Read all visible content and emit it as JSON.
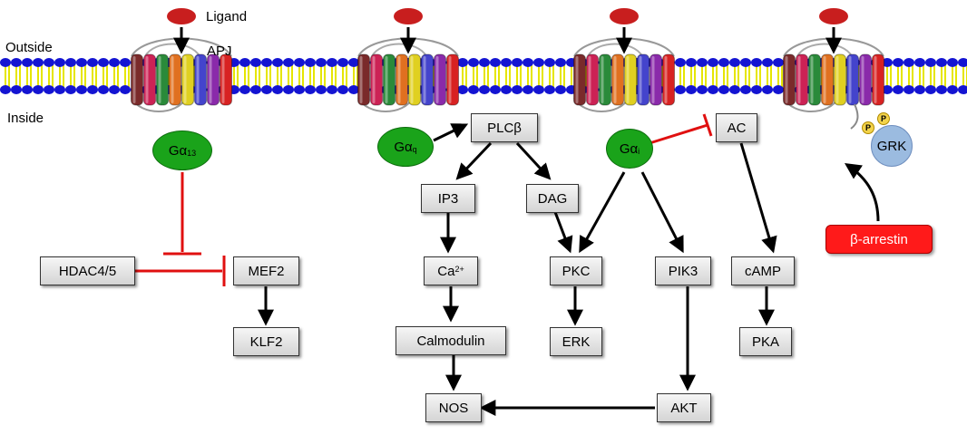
{
  "labels": {
    "ligand": "Ligand",
    "receptor": "APJ",
    "outside": "Outside",
    "inside": "Inside"
  },
  "gproteins": {
    "g13": {
      "base": "Gα",
      "sub": "13"
    },
    "gq": {
      "base": "Gα",
      "sub": "q"
    },
    "gi": {
      "base": "Gα",
      "sub": "i"
    }
  },
  "nodes": {
    "hdac": "HDAC4/5",
    "mef2": "MEF2",
    "klf2": "KLF2",
    "plcb": "PLCβ",
    "ip3": "IP3",
    "dag": "DAG",
    "ca": {
      "base": "Ca",
      "sup": "2+"
    },
    "calmodulin": "Calmodulin",
    "nos": "NOS",
    "pkc": "PKC",
    "erk": "ERK",
    "pik3": "PIK3",
    "akt": "AKT",
    "ac": "AC",
    "camp": "cAMP",
    "pka": "PKA",
    "grk": "GRK",
    "arrestin": "β-arrestin",
    "phospho": "P"
  },
  "colors": {
    "membrane_head": "#1414d2",
    "membrane_tail": "#e6e600",
    "ligand": "#c81e1e",
    "g_protein": "#1aa31a",
    "grk": "#9bbbe0",
    "arrestin": "#ff1a1a",
    "inhibition": "#e01010",
    "activation": "#000000",
    "helices": [
      "#7a2a2a",
      "#cc2255",
      "#2a8a3a",
      "#e07020",
      "#e0d020",
      "#4444cc",
      "#8a2aaa",
      "#d82222"
    ]
  }
}
